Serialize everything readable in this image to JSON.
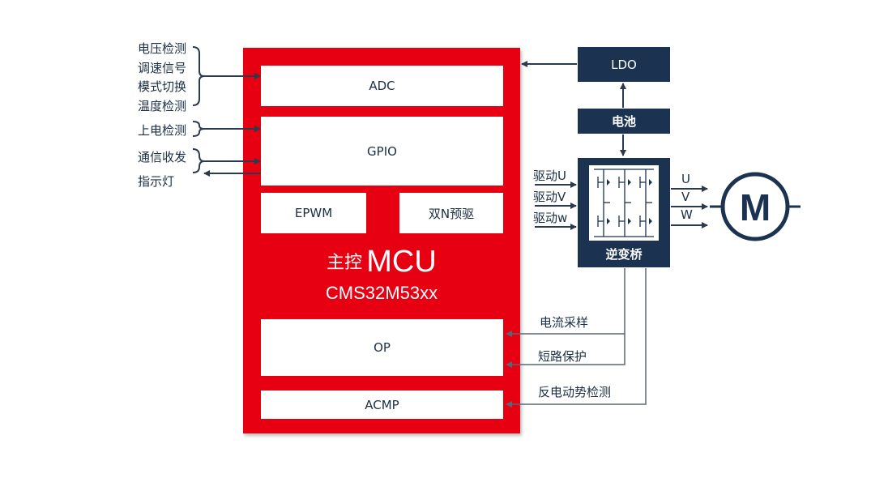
{
  "mcu": {
    "title_cn": "主控",
    "title_big": "MCU",
    "model": "CMS32M53xx",
    "blocks": {
      "adc": "ADC",
      "gpio": "GPIO",
      "epwm": "EPWM",
      "predriver": "双N预驱",
      "op": "OP",
      "acmp": "ACMP"
    }
  },
  "left_inputs": {
    "adc_group": [
      "电压检测",
      "调速信号",
      "模式切换",
      "温度检测"
    ],
    "power_on": "上电检测",
    "comm": "通信收发",
    "indicator": "指示灯"
  },
  "right_side": {
    "ldo": "LDO",
    "battery": "电池",
    "inverter": "逆变桥",
    "drive_inputs": [
      "驱动U",
      "驱动V",
      "驱动w"
    ],
    "phase_outputs": [
      "U",
      "V",
      "W"
    ],
    "motor_letter": "M"
  },
  "feedback": {
    "current_sampling": "电流采样",
    "short_protection": "短路保护",
    "bemf_detection": "反电动势检测"
  },
  "colors": {
    "mcu_red": "#e60012",
    "navy": "#1b3350",
    "line": "#3c4a5c"
  }
}
